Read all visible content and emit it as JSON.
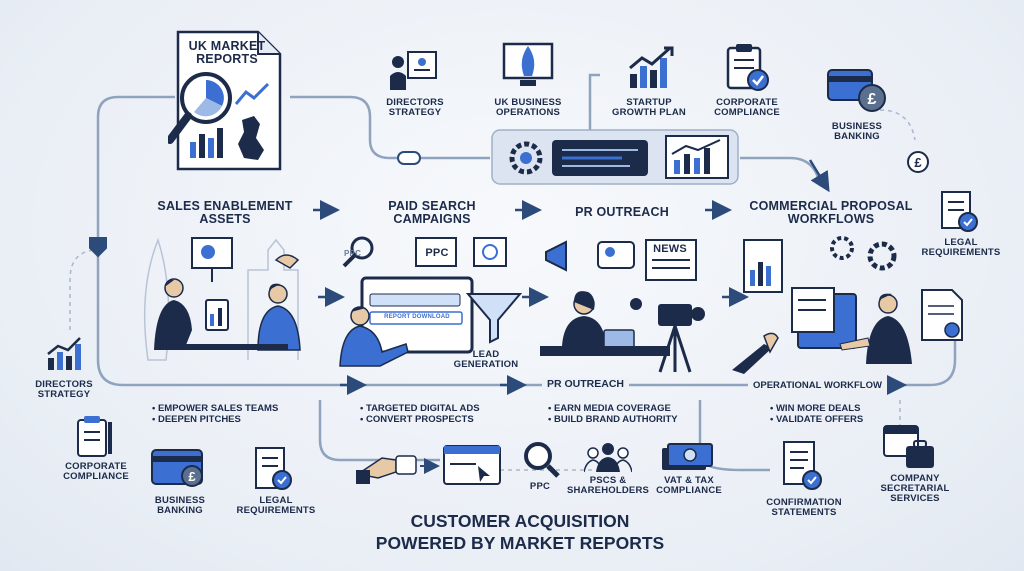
{
  "report": {
    "title": "UK MARKET REPORTS"
  },
  "top_icons": {
    "directors_strategy": "DIRECTORS STRATEGY",
    "uk_business_operations": "UK BUSINESS OPERATIONS",
    "startup_growth_plan": "STARTUP GROWTH PLAN",
    "corporate_compliance": "CORPORATE COMPLIANCE",
    "business_banking": "BUSINESS BANKING"
  },
  "stages": {
    "sales": "SALES ENABLEMENT ASSETS",
    "paid": "PAID SEARCH CAMPAIGNS",
    "pr": "PR OUTREACH",
    "commercial": "COMMERCIAL PROPOSAL WORKFLOWS"
  },
  "scene_text": {
    "ppc_small": "PPC",
    "ppc_tag": "PPC",
    "browser_field": "REPORT DOWNLOAD",
    "lead_generation": "LEAD GENERATION",
    "news": "NEWS"
  },
  "legal_right": "LEGAL REQUIREMENTS",
  "left_icons": {
    "directors_strategy": "DIRECTORS STRATEGY",
    "corporate_compliance": "CORPORATE COMPLIANCE",
    "business_banking": "BUSINESS BANKING",
    "legal_requirements": "LEGAL REQUIREMENTS"
  },
  "band": {
    "pr_outreach": "PR OUTREACH",
    "operational_workflow": "OPERATIONAL WORKFLOW"
  },
  "bullets": {
    "sales": [
      "EMPOWER SALES TEAMS",
      "DEEPEN PITCHES"
    ],
    "paid": [
      "TARGETED DIGITAL ADS",
      "CONVERT PROSPECTS"
    ],
    "pr": [
      "EARN MEDIA COVERAGE",
      "BUILD BRAND AUTHORITY"
    ],
    "commercial": [
      "WIN MORE DEALS",
      "VALIDATE OFFERS"
    ]
  },
  "bottom_icons": {
    "ppc": "PPC",
    "pscs": "PSCs & SHAREHOLDERS",
    "vat": "VAT & TAX COMPLIANCE",
    "confirmation": "CONFIRMATION STATEMENTS",
    "company_secretarial": "COMPANY SECRETARIAL SERVICES"
  },
  "footer": {
    "line1": "CUSTOMER ACQUISITION",
    "line2": "POWERED BY MARKET REPORTS"
  },
  "colors": {
    "navy": "#1c2b4a",
    "accent_blue": "#3b6fd1",
    "light_blue": "#cfe0f7",
    "wire": "#8fa3bf",
    "pound_badge": "#5b6f8f"
  }
}
